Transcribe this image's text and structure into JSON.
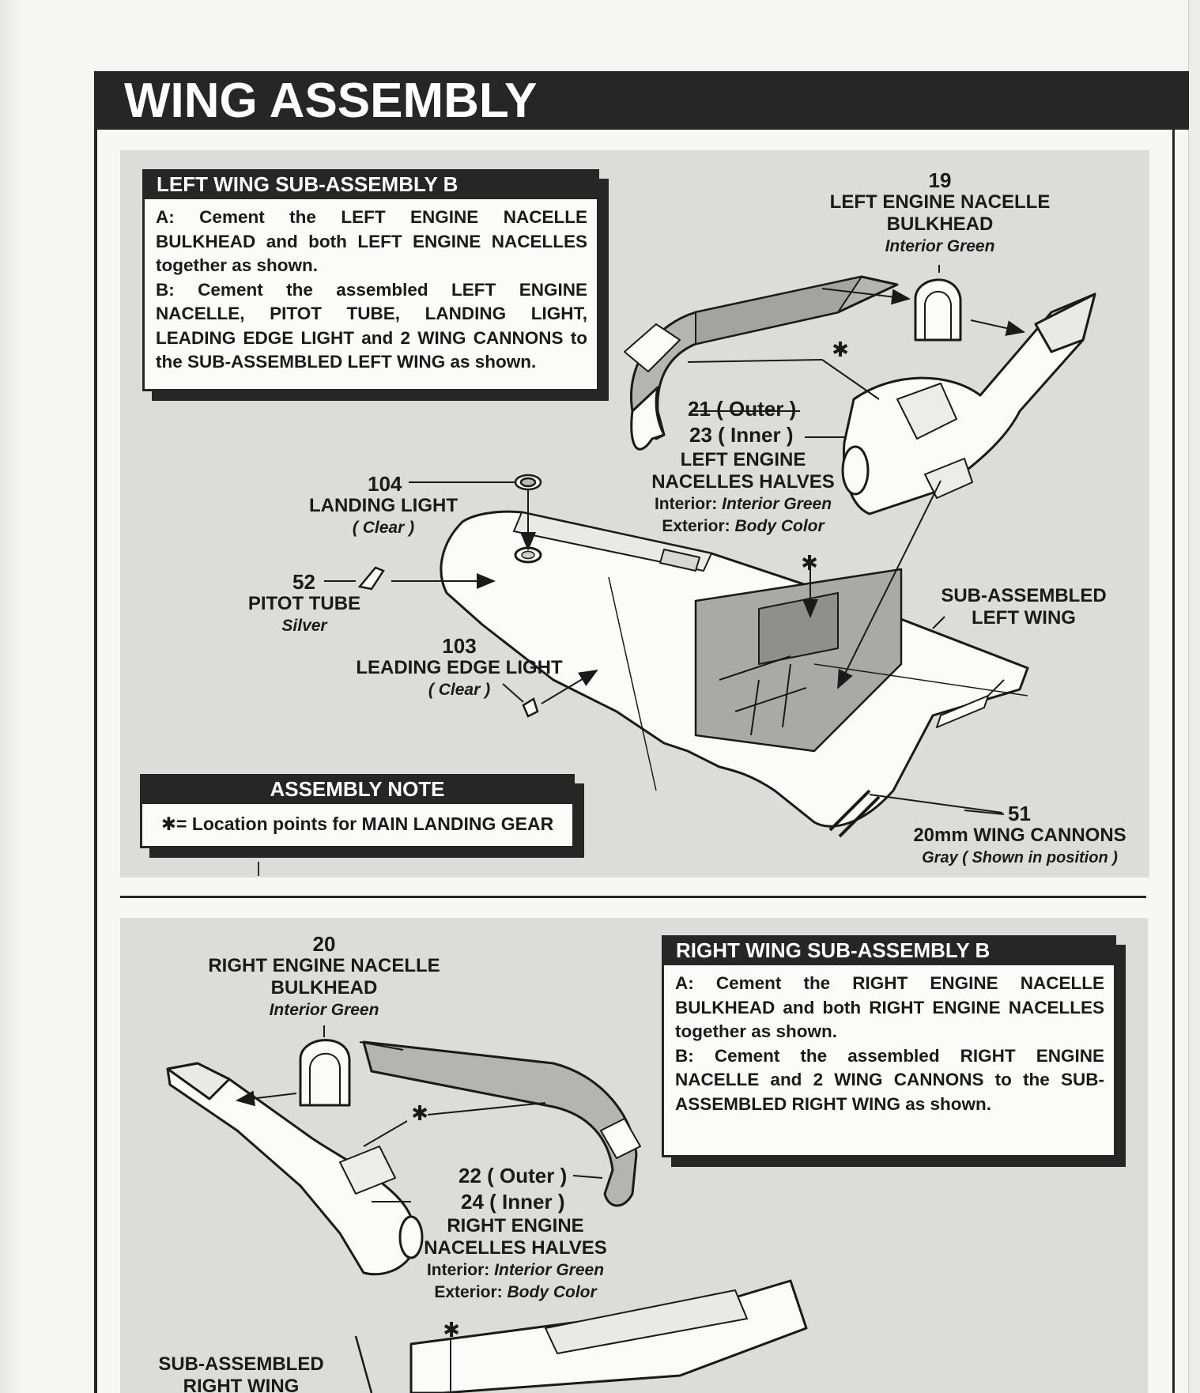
{
  "title": "WING ASSEMBLY",
  "left_section": {
    "header": "LEFT WING SUB-ASSEMBLY B",
    "step_a": "A: Cement the LEFT ENGINE NACELLE BULKHEAD and both LEFT ENGINE NACELLES together as shown.",
    "step_b": "B: Cement the assembled LEFT ENGINE NACELLE, PITOT TUBE, LANDING LIGHT, LEADING EDGE LIGHT and 2 WING CANNONS to the SUB-ASSEMBLED LEFT WING as shown.",
    "parts": {
      "p19": {
        "num": "19",
        "name_1": "LEFT ENGINE NACELLE",
        "name_2": "BULKHEAD",
        "color": "Interior Green"
      },
      "p21": "21 ( Outer )",
      "p23": "23 ( Inner )",
      "nacelles": {
        "name_1": "LEFT ENGINE",
        "name_2": "NACELLES HALVES",
        "interior_label": "Interior:",
        "interior_color": "Interior Green",
        "exterior_label": "Exterior:",
        "exterior_color": "Body Color"
      },
      "p104": {
        "num": "104",
        "name": "LANDING LIGHT",
        "color": "( Clear )"
      },
      "p52": {
        "num": "52",
        "name": "PITOT TUBE",
        "color": "Silver"
      },
      "p103": {
        "num": "103",
        "name": "LEADING EDGE LIGHT",
        "color": "( Clear )"
      },
      "wing": {
        "name_1": "SUB-ASSEMBLED",
        "name_2": "LEFT WING"
      },
      "p51": {
        "num": "51",
        "name": "20mm WING CANNONS",
        "color": "Gray ( Shown in position )"
      }
    },
    "note": {
      "header": "ASSEMBLY NOTE",
      "text": "✱= Location points for MAIN LANDING GEAR"
    },
    "asterisk": "✱"
  },
  "right_section": {
    "header": "RIGHT WING SUB-ASSEMBLY B",
    "step_a": "A: Cement the RIGHT ENGINE NACELLE BULKHEAD and both RIGHT ENGINE NACELLES together as shown.",
    "step_b": "B: Cement the assembled RIGHT ENGINE NACELLE and 2 WING CANNONS to the SUB-ASSEMBLED RIGHT WING as shown.",
    "parts": {
      "p20": {
        "num": "20",
        "name_1": "RIGHT ENGINE NACELLE",
        "name_2": "BULKHEAD",
        "color": "Interior Green"
      },
      "p22": "22 ( Outer )",
      "p24": "24 ( Inner )",
      "nacelles": {
        "name_1": "RIGHT ENGINE",
        "name_2": "NACELLES HALVES",
        "interior_label": "Interior:",
        "interior_color": "Interior Green",
        "exterior_label": "Exterior:",
        "exterior_color": "Body Color"
      },
      "wing": {
        "name_1": "SUB-ASSEMBLED",
        "name_2": "RIGHT WING"
      }
    },
    "asterisk": "✱"
  }
}
